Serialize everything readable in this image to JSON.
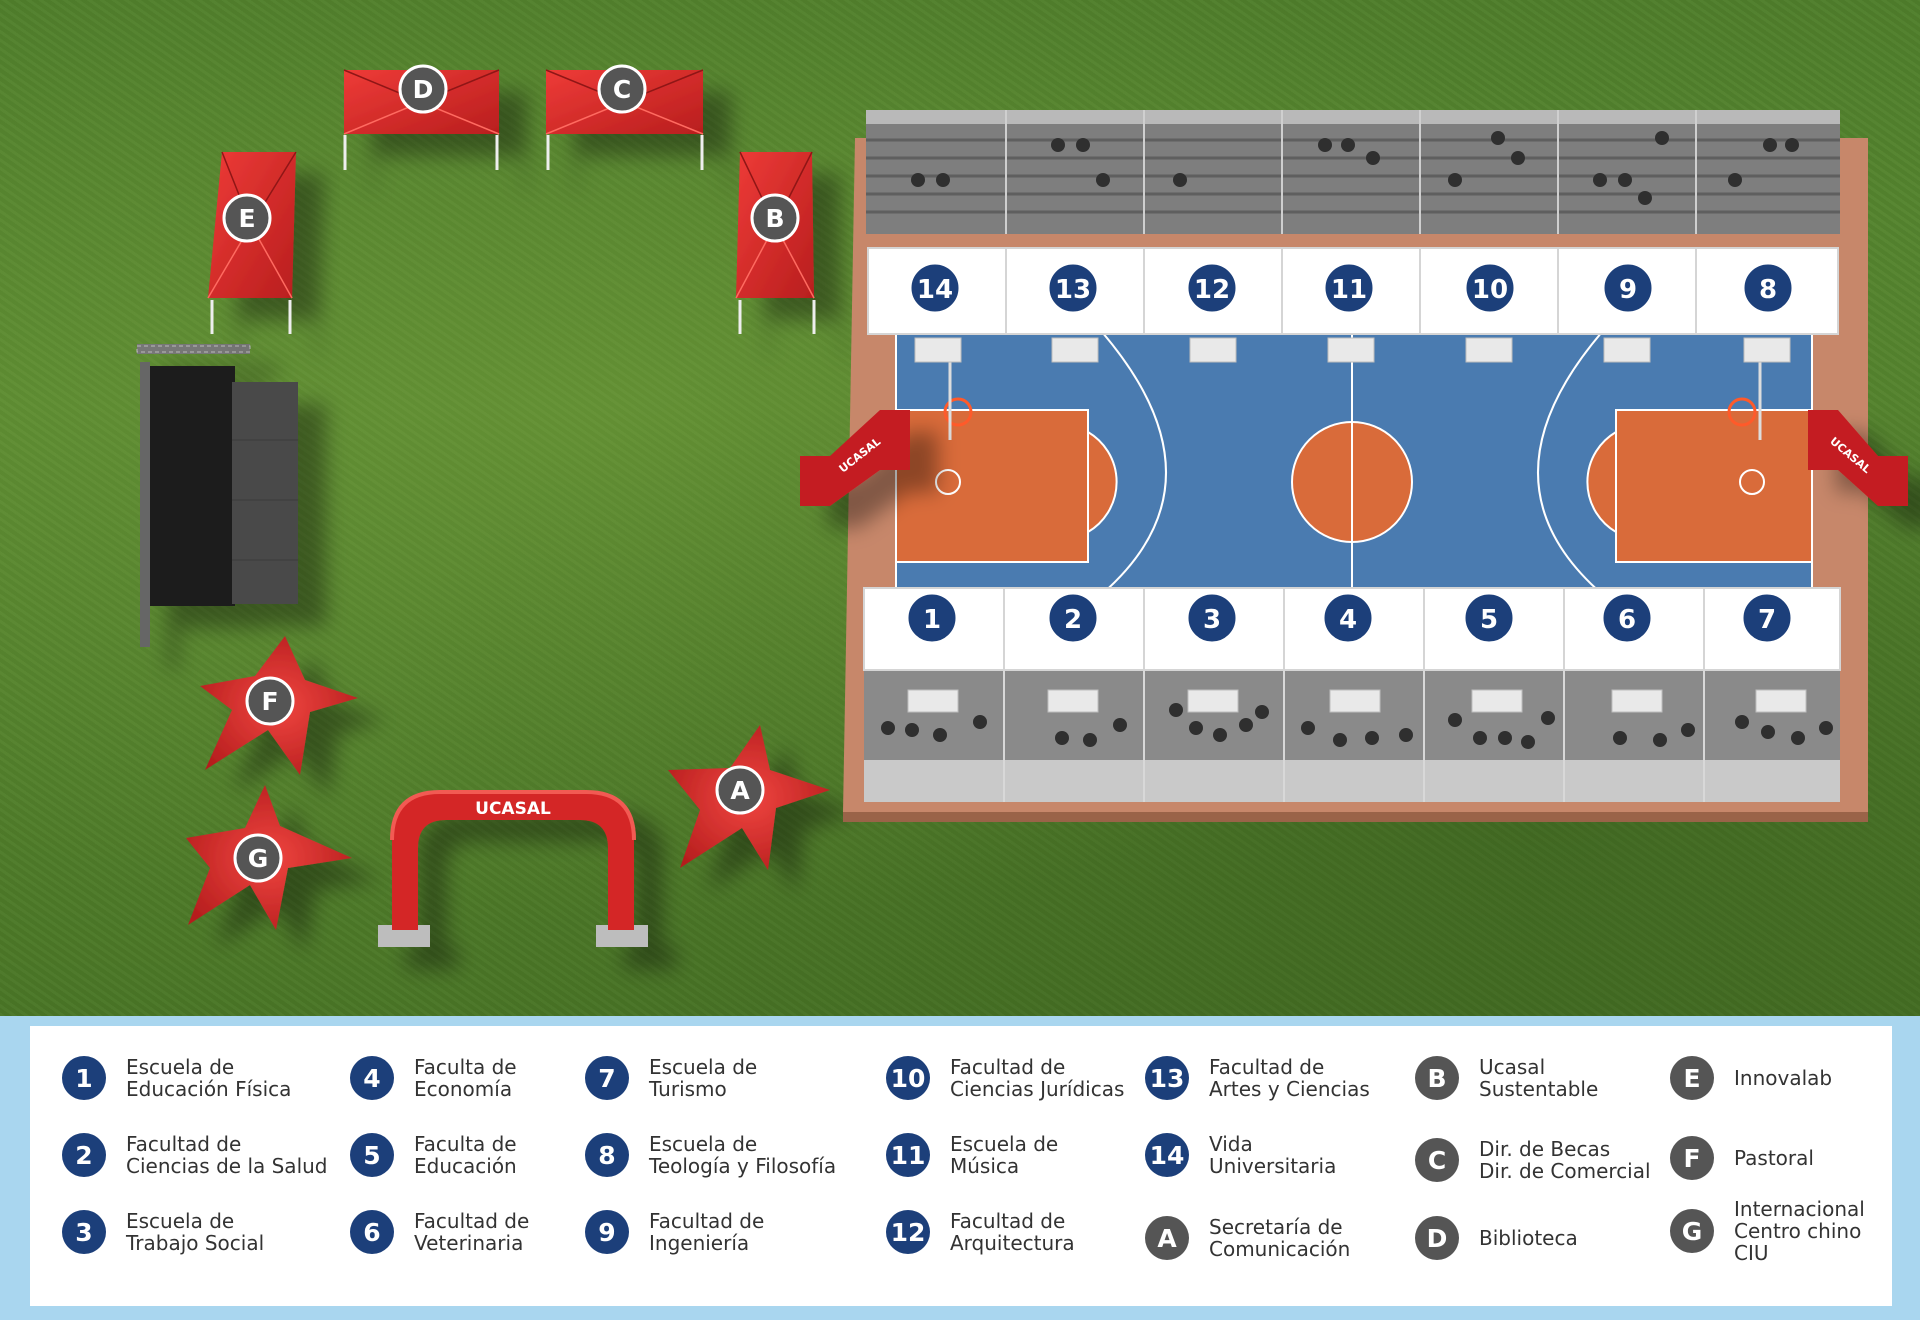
{
  "colors": {
    "badge_number": "#1c3f7a",
    "badge_letter": "#555555",
    "tent_red": "#d62a2a",
    "court_blue": "#4a7bb0",
    "court_orange": "#d96b3a",
    "legend_frame": "#a9d6ef"
  },
  "map": {
    "arch_brand": "UCASAL",
    "board_brand_left": "UCASAL",
    "board_brand_right": "UCASAL",
    "tent_labels": [
      "D",
      "C",
      "E",
      "B",
      "F",
      "G",
      "A"
    ],
    "booth_top_labels": [
      "14",
      "13",
      "12",
      "11",
      "10",
      "9",
      "8"
    ],
    "booth_bottom_labels": [
      "1",
      "2",
      "3",
      "4",
      "5",
      "6",
      "7"
    ]
  },
  "legend": {
    "items": [
      {
        "id": "1",
        "kind": "num",
        "lines": [
          "Escuela de",
          "Educación Física"
        ]
      },
      {
        "id": "2",
        "kind": "num",
        "lines": [
          "Facultad de",
          "Ciencias de la Salud"
        ]
      },
      {
        "id": "3",
        "kind": "num",
        "lines": [
          "Escuela de",
          "Trabajo Social"
        ]
      },
      {
        "id": "4",
        "kind": "num",
        "lines": [
          "Faculta de",
          "Economía"
        ]
      },
      {
        "id": "5",
        "kind": "num",
        "lines": [
          "Faculta de",
          "Educación"
        ]
      },
      {
        "id": "6",
        "kind": "num",
        "lines": [
          "Facultad de",
          "Veterinaria"
        ]
      },
      {
        "id": "7",
        "kind": "num",
        "lines": [
          "Escuela de",
          "Turismo"
        ]
      },
      {
        "id": "8",
        "kind": "num",
        "lines": [
          "Escuela de",
          "Teología y Filosofía"
        ]
      },
      {
        "id": "9",
        "kind": "num",
        "lines": [
          "Facultad de",
          "Ingeniería"
        ]
      },
      {
        "id": "10",
        "kind": "num",
        "lines": [
          "Facultad de",
          "Ciencias Jurídicas"
        ]
      },
      {
        "id": "11",
        "kind": "num",
        "lines": [
          "Escuela de",
          "Música"
        ]
      },
      {
        "id": "12",
        "kind": "num",
        "lines": [
          "Facultad de",
          "Arquitectura"
        ]
      },
      {
        "id": "13",
        "kind": "num",
        "lines": [
          "Facultad de",
          "Artes y Ciencias"
        ]
      },
      {
        "id": "14",
        "kind": "num",
        "lines": [
          "Vida",
          "Universitaria"
        ]
      },
      {
        "id": "A",
        "kind": "let",
        "lines": [
          "Secretaría de",
          "Comunicación"
        ]
      },
      {
        "id": "B",
        "kind": "let",
        "lines": [
          "Ucasal",
          "Sustentable"
        ]
      },
      {
        "id": "C",
        "kind": "let",
        "lines": [
          "Dir. de Becas",
          "Dir. de Comercial"
        ]
      },
      {
        "id": "D",
        "kind": "let",
        "lines": [
          "Biblioteca"
        ]
      },
      {
        "id": "E",
        "kind": "let",
        "lines": [
          "Innovalab"
        ]
      },
      {
        "id": "F",
        "kind": "let",
        "lines": [
          "Pastoral"
        ]
      },
      {
        "id": "G",
        "kind": "let",
        "lines": [
          "Internacional",
          "Centro chino",
          "CIU"
        ]
      }
    ]
  }
}
